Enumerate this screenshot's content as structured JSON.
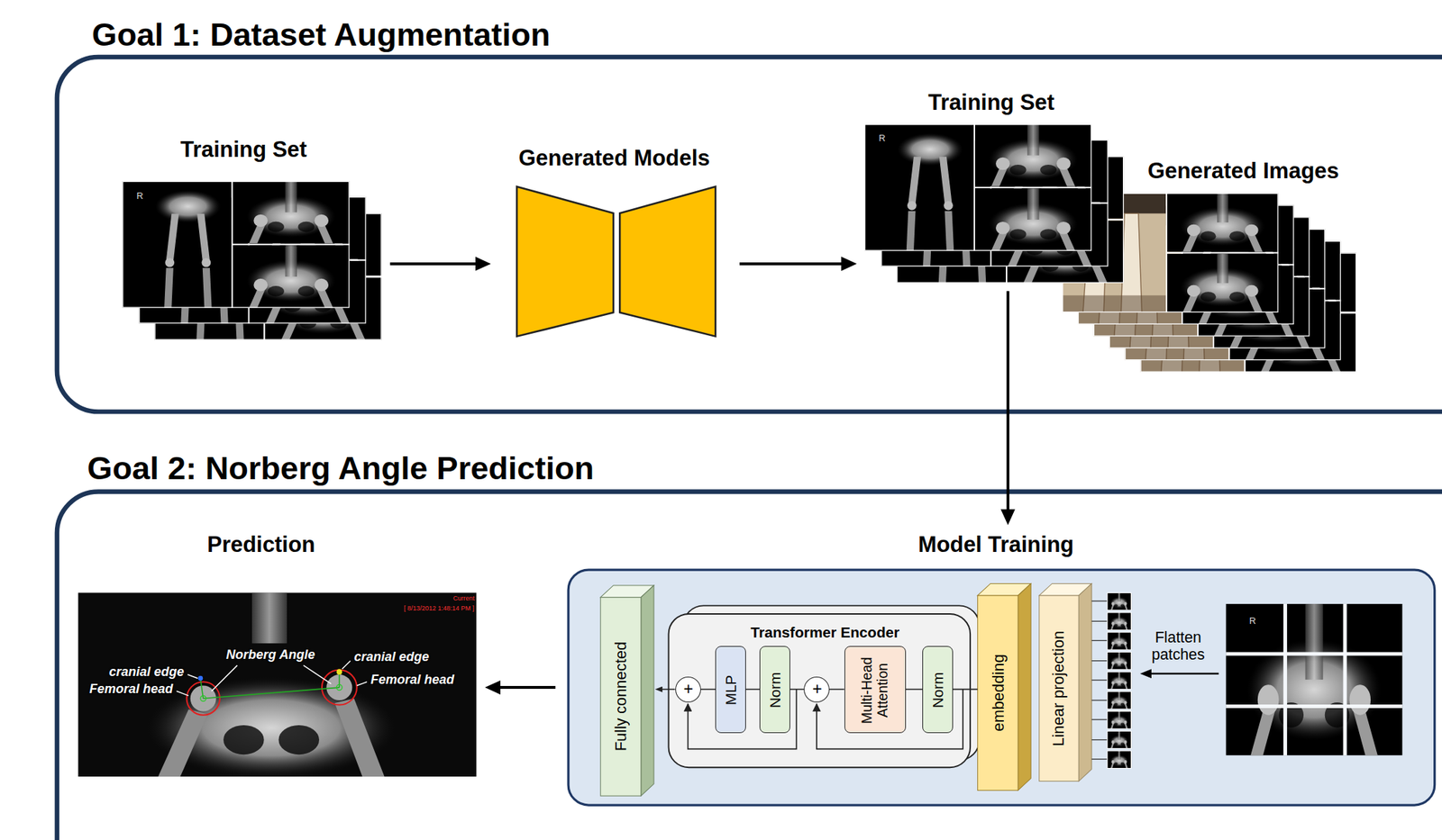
{
  "diagram": {
    "nodes": [
      {
        "text": [
          "Goal 1: Dataset Augmentation"
        ]
      },
      {
        "text": [
          "Training Set",
          "R"
        ],
        "in": 0
      },
      {
        "text": [
          "Generated Models"
        ],
        "in": 0
      },
      {
        "text": [
          "Training Set",
          "R"
        ],
        "in": 0
      },
      {
        "text": [
          "Generated Images"
        ],
        "in": 0
      },
      {
        "text": [
          "Goal 2: Norberg Angle Prediction"
        ]
      },
      {
        "text": [
          "Prediction"
        ],
        "in": 5
      },
      {
        "text": [
          "Model Training"
        ],
        "in": 5
      },
      {
        "text": [
          "Fully connected"
        ],
        "in": 7
      },
      {
        "text": [
          "Transformer Encoder"
        ],
        "in": 7
      },
      {
        "text": [
          "+"
        ],
        "in": 9
      },
      {
        "text": [
          "MLP"
        ],
        "in": 9
      },
      {
        "text": [
          "Norm"
        ],
        "in": 9
      },
      {
        "text": [
          "+"
        ],
        "in": 9
      },
      {
        "text": [
          "Multi-Head Attention"
        ],
        "in": 9
      },
      {
        "text": [
          "Norm"
        ],
        "in": 9
      },
      {
        "text": [
          "embedding"
        ],
        "in": 7
      },
      {
        "text": [
          "Linear projection"
        ],
        "in": 7
      },
      {
        "text": [
          "R"
        ],
        "in": 7
      }
    ],
    "edges": [
      {
        "from": 1,
        "to": 2,
        "arrow": "to"
      },
      {
        "from": 2,
        "to": 3,
        "arrow": "to"
      },
      {
        "from": 3,
        "to": 7,
        "arrow": "to"
      },
      {
        "from": 7,
        "to": 6,
        "arrow": "to"
      },
      {
        "from": 18,
        "to": 17,
        "label": "Flatten patches",
        "arrow": "to"
      },
      {
        "from": 16,
        "to": 15,
        "arrow": "none"
      },
      {
        "from": 15,
        "to": 14,
        "arrow": "none"
      },
      {
        "from": 14,
        "to": 13,
        "arrow": "none"
      },
      {
        "from": 13,
        "to": 12,
        "arrow": "none"
      },
      {
        "from": 12,
        "to": 11,
        "arrow": "none"
      },
      {
        "from": 11,
        "to": 10,
        "arrow": "none"
      },
      {
        "from": 10,
        "to": 8,
        "arrow": "to"
      }
    ],
    "labels": [
      "Current",
      "[ 8/13/2012 1:48:14 PM ]",
      "cranial edge",
      "Femoral head",
      "Norberg Angle",
      "cranial edge",
      "Femoral head"
    ]
  }
}
